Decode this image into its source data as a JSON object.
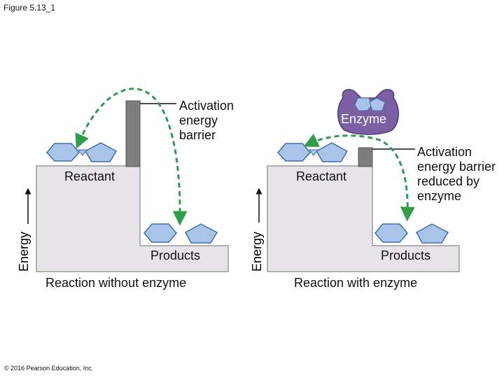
{
  "figure_label": "Figure 5.13_1",
  "copyright": "© 2016 Pearson Education, Inc.",
  "left_panel": {
    "barrier_label": "Activation energy barrier",
    "reactant_label": "Reactant",
    "products_label": "Products",
    "axis_label": "Energy",
    "caption": "Reaction without enzyme"
  },
  "right_panel": {
    "enzyme_label": "Enzyme",
    "barrier_label": "Activation energy barrier reduced by enzyme",
    "reactant_label": "Reactant",
    "products_label": "Products",
    "axis_label": "Energy",
    "caption": "Reaction with enzyme"
  },
  "colors": {
    "platform_fill": "#e6e4e8",
    "platform_stroke": "#9a9a9a",
    "barrier_fill": "#7d7d7d",
    "molecule_fill": "#a9c4e8",
    "molecule_stroke": "#3e6fa8",
    "arrow_color": "#2e9e4a",
    "enzyme_fill": "#7a5fa3"
  }
}
